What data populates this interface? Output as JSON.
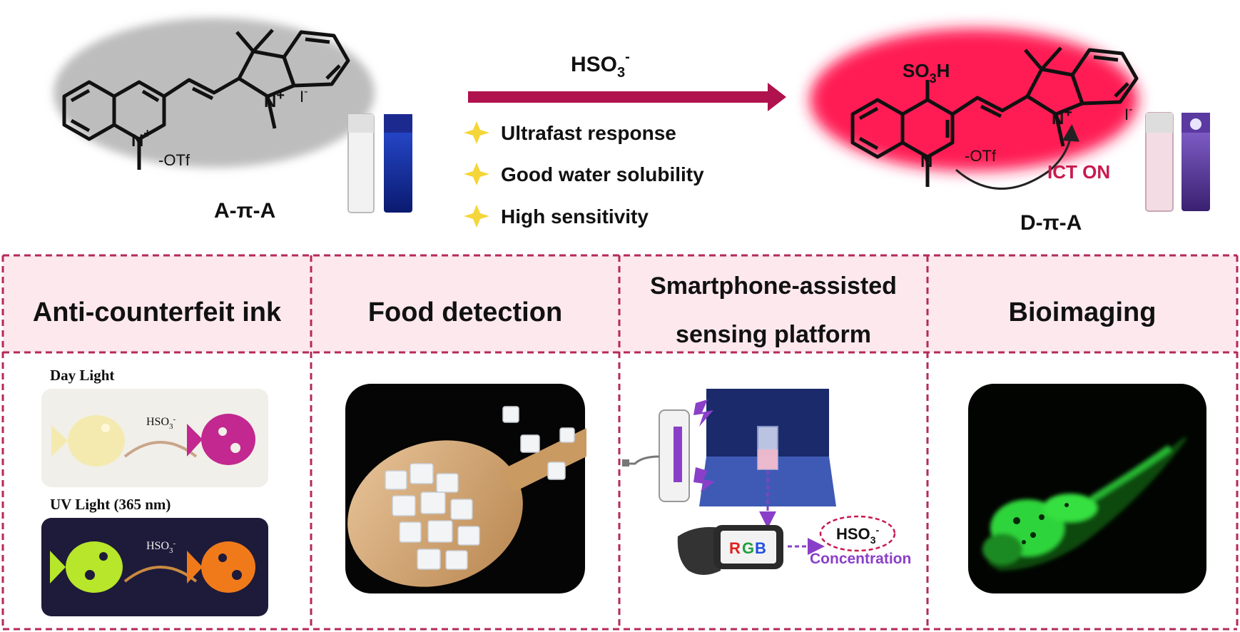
{
  "reaction": {
    "reactant_label": "A-π-A",
    "product_label": "D-π-A",
    "reagent_main": "HSO",
    "reagent_sub": "3",
    "reagent_sup": "-",
    "ict_label": "ICT ON",
    "features": [
      "Ultrafast response",
      "Good water solubility",
      "High sensitivity"
    ]
  },
  "molecule": {
    "n_plus": "N",
    "plus": "+",
    "otf": "OTf",
    "iodide": "I",
    "minus": "-",
    "so3h_a": "SO",
    "so3h_b": "3",
    "so3h_c": "H",
    "n_plain": "N"
  },
  "panels": [
    {
      "title_lines": [
        "Anti-counterfeit ink"
      ]
    },
    {
      "title_lines": [
        "Food detection"
      ]
    },
    {
      "title_lines": [
        "Smartphone-assisted",
        "sensing platform"
      ]
    },
    {
      "title_lines": [
        "Bioimaging"
      ]
    }
  ],
  "ink": {
    "day_label": "Day Light",
    "uv_label": "UV Light (365 nm)",
    "reagent": "HSO",
    "reagent_sub": "3",
    "reagent_sup": "-"
  },
  "smartphone": {
    "rgb": [
      "R",
      "G",
      "B"
    ],
    "reagent": "HSO",
    "reagent_sub": "3",
    "reagent_sup": "-",
    "concentration": "Concentration"
  },
  "colors": {
    "dash_border": "#b5295a",
    "header_band": "#fde8ee",
    "arrow": "#b0124d",
    "glow": "#ff1a55",
    "grey_glow": "#bdbdbd",
    "purple": "#8a3fc8",
    "star": "#f5d63a"
  }
}
